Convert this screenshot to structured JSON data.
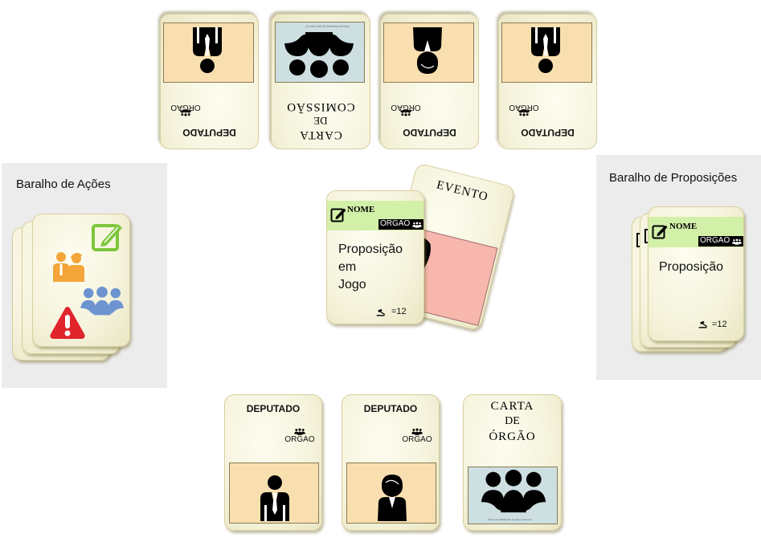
{
  "opponent_cards": [
    {
      "type": "deputado",
      "label": "DEPUTADO",
      "orgao": "ORGAO"
    },
    {
      "type": "comissao",
      "line1": "CARTA",
      "line2": "DE",
      "line3": "COMISSÃO",
      "fine_print": "Ícones por Delapouite de game-icons.net"
    },
    {
      "type": "deputado",
      "label": "DEPUTADO",
      "orgao": "ORGAO"
    },
    {
      "type": "deputado",
      "label": "DEPUTADO",
      "orgao": "ORGAO"
    }
  ],
  "action_deck": {
    "title": "Baralho de Ações"
  },
  "proposal_deck": {
    "title": "Baralho de Proposições",
    "nome": "NOME",
    "orgao": "ORGAO",
    "body": "Proposição",
    "value": "=12"
  },
  "center": {
    "event_card": {
      "title": "EVENTO"
    },
    "proposal_card": {
      "nome": "NOME",
      "orgao": "ORGAO",
      "line1": "Proposição",
      "line2": "em",
      "line3": "Jogo",
      "value": "=12"
    }
  },
  "player_cards": [
    {
      "type": "deputado",
      "label": "DEPUTADO",
      "orgao": "ORGAO"
    },
    {
      "type": "deputada",
      "label": "DEPUTADO",
      "orgao": "ORGAO"
    },
    {
      "type": "orgao",
      "line1": "CARTA",
      "line2": "DE",
      "line3": "ÓRGÃO",
      "fine_print": "Ícones por Delapouite de game-icons.net"
    }
  ]
}
